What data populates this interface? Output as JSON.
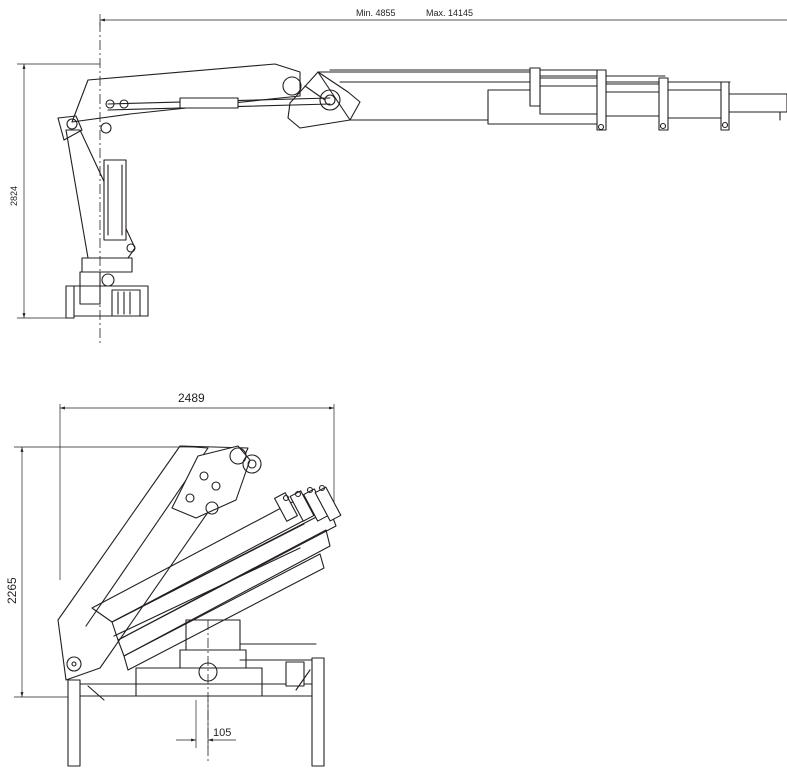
{
  "dimensions": {
    "reach_min": "Min. 4855",
    "reach_max": "Max. 14145",
    "height_side": "2824",
    "width_folded": "2489",
    "height_folded": "2265",
    "offset": "105"
  }
}
